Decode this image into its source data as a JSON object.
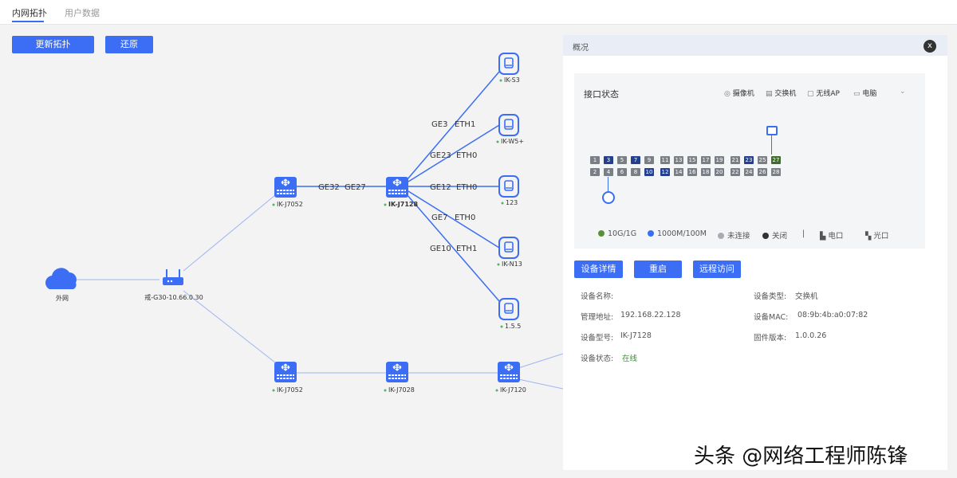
{
  "tabs": [
    {
      "label": "内网拓扑",
      "active": true
    },
    {
      "label": "用户数据",
      "active": false
    }
  ],
  "toolbar": {
    "update_label": "更新拓扑",
    "restore_label": "还原"
  },
  "topology": {
    "nodes": {
      "cloud": "外网",
      "router": "戒-G30-10.66.0.30",
      "sw_j7052_top": "IK-J7052",
      "sw_j7128": "IK-J7128",
      "sw_j7052_bottom": "IK-J7052",
      "sw_j7028": "IK-J7028",
      "sw_j7120": "IK-J7120",
      "dev_s3": "IK-S3",
      "dev_w5": "IK-W5+",
      "dev_123": "123",
      "dev_n13": "IK-N13",
      "dev_155": "1.5.5"
    },
    "links": {
      "l1": [
        "GE32",
        "GE27"
      ],
      "l2": [
        "GE3",
        "ETH1"
      ],
      "l3": [
        "GE23",
        "ETH0"
      ],
      "l4": [
        "GE12",
        "ETH0"
      ],
      "l5": [
        "GE7",
        "ETH0"
      ],
      "l6": [
        "GE10",
        "ETH1"
      ]
    }
  },
  "panel": {
    "title": "概况",
    "close": "x",
    "port_status_title": "接口状态",
    "legend_top": [
      "摄像机",
      "交换机",
      "无线AP",
      "电脑"
    ],
    "ports_top": [
      "1",
      "3",
      "5",
      "7",
      "9",
      "11",
      "13",
      "15",
      "17",
      "19",
      "21",
      "23",
      "25",
      "27"
    ],
    "ports_bottom": [
      "2",
      "4",
      "6",
      "8",
      "10",
      "12",
      "14",
      "16",
      "18",
      "20",
      "22",
      "24",
      "26",
      "28"
    ],
    "legend_bottom": {
      "speed_10g": "10G/1G",
      "speed_1000m": "1000M/100M",
      "disconnected": "未连接",
      "off": "关闭",
      "separator": "|",
      "electric": "电口",
      "optical": "光口"
    },
    "colors": {
      "green": "#5a8f3a",
      "blue": "#3b6ef5",
      "gray": "#a9adb3",
      "dark": "#333333"
    },
    "buttons": {
      "details": "设备详情",
      "reboot": "重启",
      "remote": "远程访问"
    },
    "info": {
      "name_label": "设备名称:",
      "name_value": "",
      "type_label": "设备类型:",
      "type_value": "交换机",
      "ip_label": "管理地址:",
      "ip_value": "192.168.22.128",
      "mac_label": "设备MAC:",
      "mac_value": "08:9b:4b:a0:07:82",
      "model_label": "设备型号:",
      "model_value": "IK-J7128",
      "fw_label": "固件版本:",
      "fw_value": "1.0.0.26",
      "status_label": "设备状态:",
      "status_value": "在线"
    }
  },
  "watermark": "头条 @网络工程师陈锋"
}
